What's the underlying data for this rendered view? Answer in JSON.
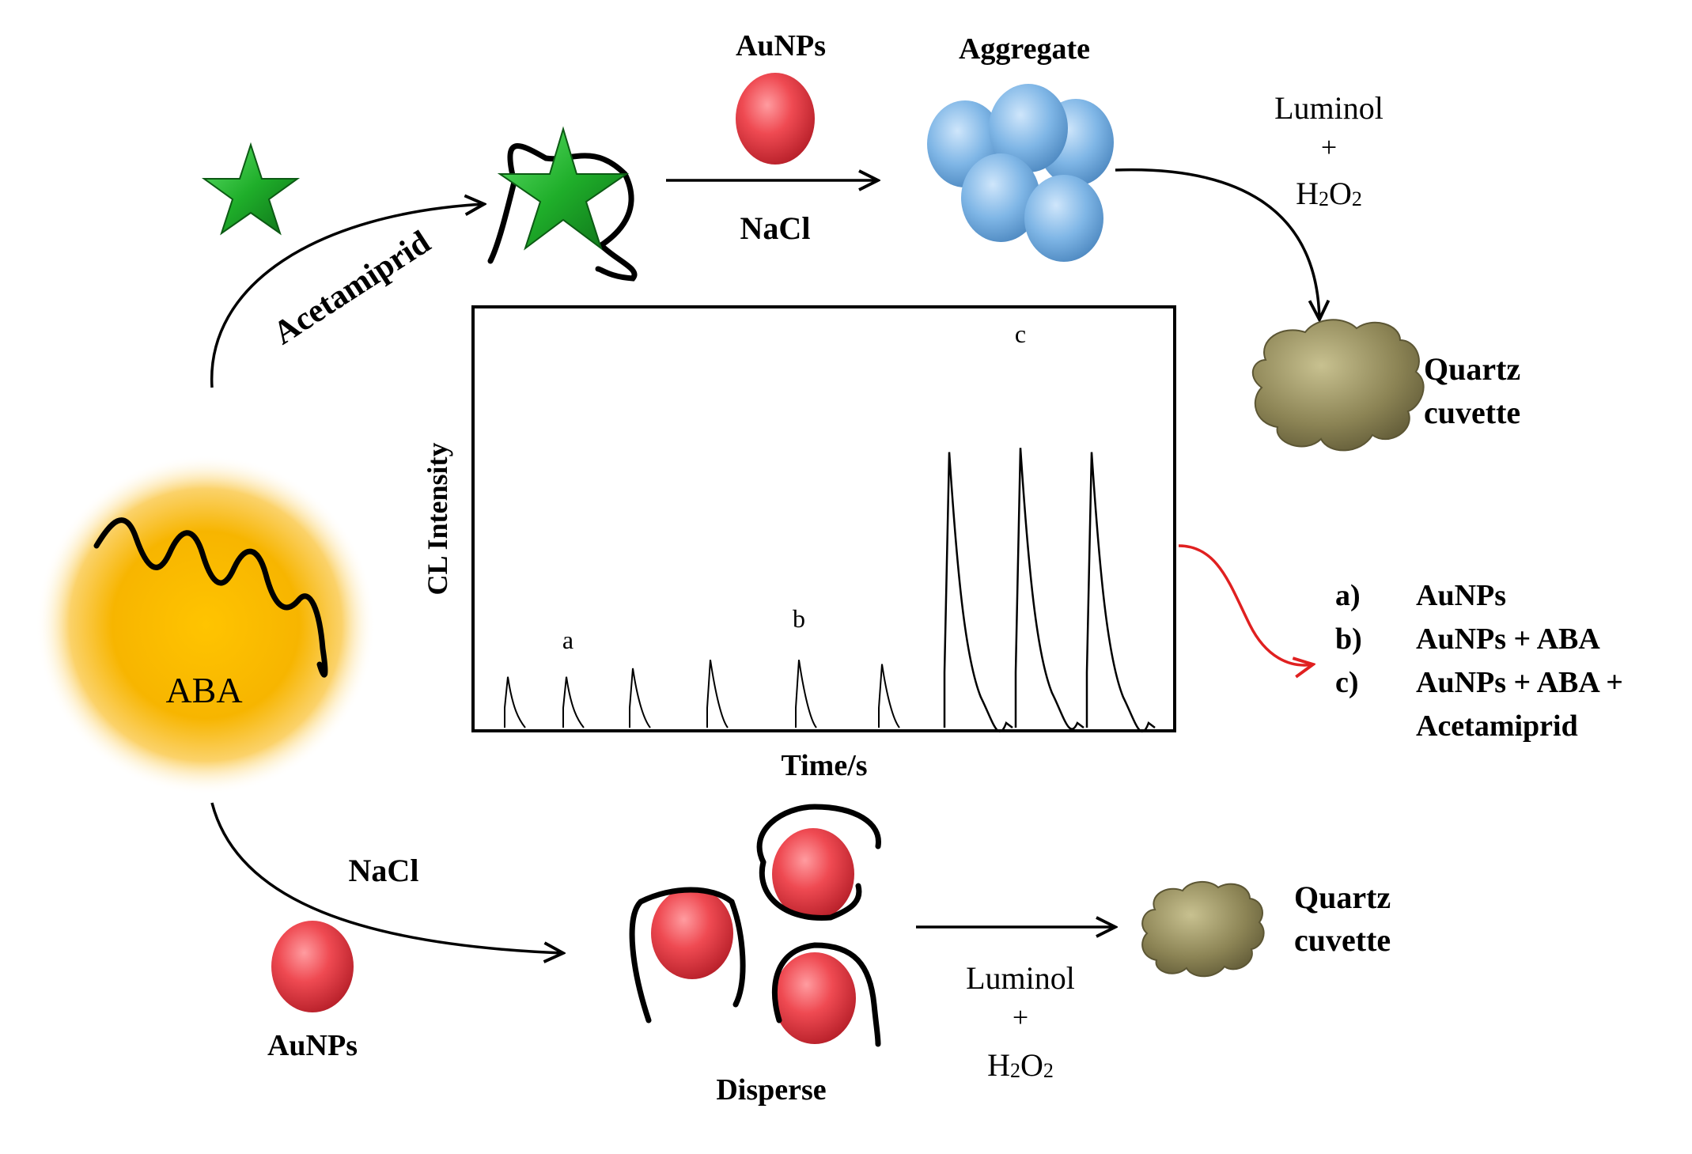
{
  "top_path": {
    "arrow_label": "Acetamiprid",
    "aunps_label": "AuNPs",
    "nacl_label": "NaCl",
    "aggregate_label": "Aggregate",
    "luminol_label": "Luminol",
    "plus": "+",
    "h2o2_h": "H",
    "h2o2_2a": "2",
    "h2o2_o": "O",
    "h2o2_2b": "2",
    "cuvette_line1": "Quartz",
    "cuvette_line2": "cuvette"
  },
  "center": {
    "aba_label": "ABA"
  },
  "bottom_path": {
    "nacl_label": "NaCl",
    "aunps_label": "AuNPs",
    "disperse_label": "Disperse",
    "luminol_label": "Luminol",
    "plus": "+",
    "h2o2_h": "H",
    "h2o2_2a": "2",
    "h2o2_o": "O",
    "h2o2_2b": "2",
    "cuvette_line1": "Quartz",
    "cuvette_line2": "cuvette"
  },
  "inset_plot": {
    "ylabel": "CL Intensity",
    "xlabel": "Time/s",
    "peak_labels": [
      "a",
      "b",
      "c"
    ],
    "relative_peak_heights": [
      0.12,
      0.12,
      0.14,
      0.16,
      0.16,
      0.15,
      0.65,
      0.66,
      0.65
    ]
  },
  "legend": {
    "items": [
      {
        "key": "a)",
        "text": "AuNPs"
      },
      {
        "key": "b)",
        "text": "AuNPs + ABA"
      },
      {
        "key": "c)",
        "text": "AuNPs + ABA +"
      }
    ],
    "continuation": "Acetamiprid"
  },
  "colors": {
    "aunp": "#e8404a",
    "aggregate": "#7fb6e6",
    "star": "#1fae2a",
    "aba_glow": "#f6b800",
    "cuvette": "#8c8455",
    "legend_arrow": "#e02020"
  }
}
